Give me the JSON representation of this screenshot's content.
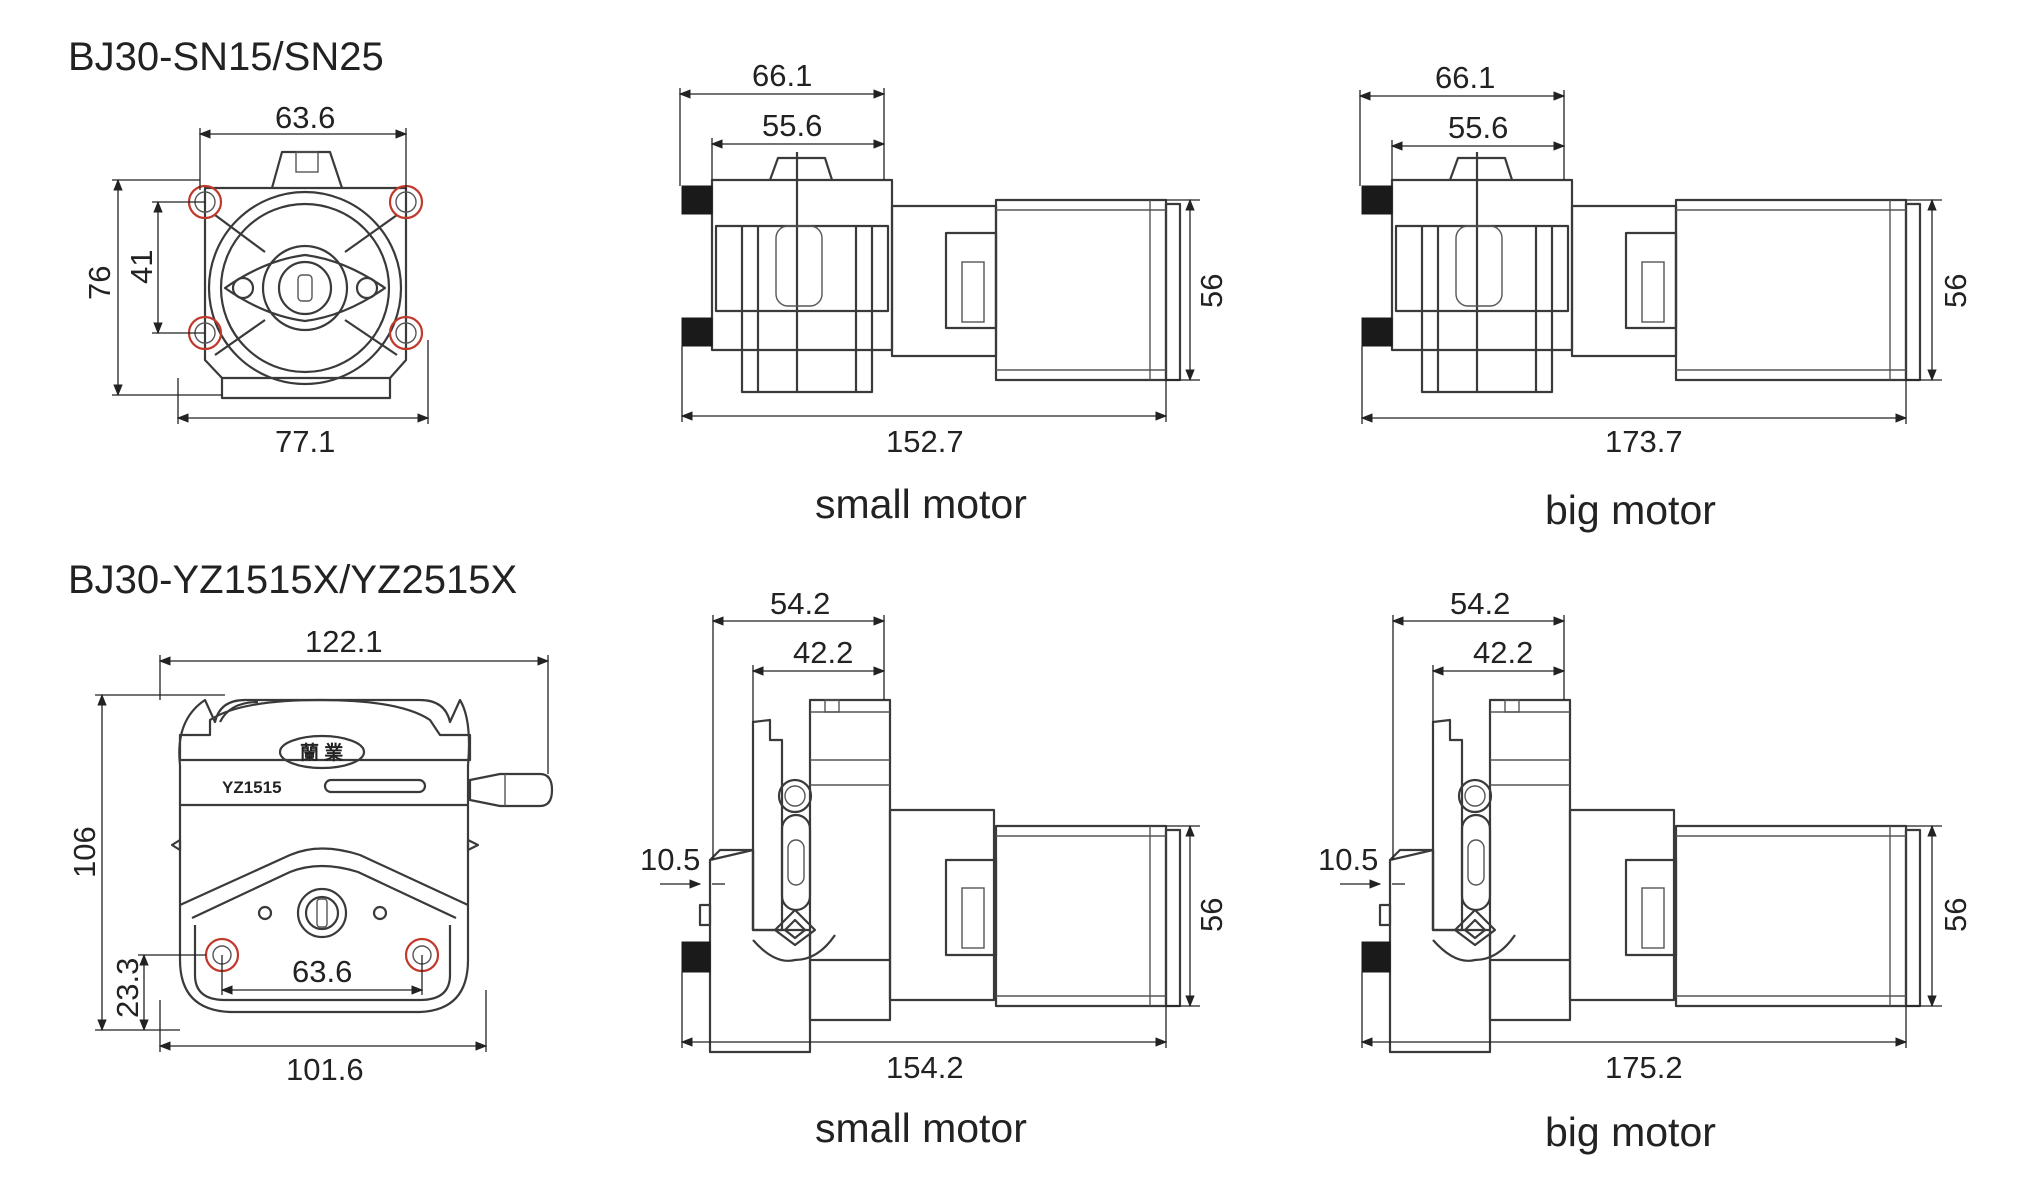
{
  "sections": {
    "top_title": "BJ30-SN15/SN25",
    "bottom_title": "BJ30-YZ1515X/YZ2515X"
  },
  "captions": {
    "top_small": "small motor",
    "top_big": "big motor",
    "bottom_small": "small motor",
    "bottom_big": "big motor"
  },
  "dims": {
    "sn_front_width_holes": "63.6",
    "sn_front_height": "76",
    "sn_front_hole_pitch": "41",
    "sn_front_width": "77.1",
    "sn_small_66": "66.1",
    "sn_small_55": "55.6",
    "sn_small_56": "56",
    "sn_small_total": "152.7",
    "sn_big_66": "66.1",
    "sn_big_55": "55.6",
    "sn_big_56": "56",
    "sn_big_total": "173.7",
    "yz_front_width": "122.1",
    "yz_front_height": "106",
    "yz_front_23": "23.3",
    "yz_front_holes": "63.6",
    "yz_front_base": "101.6",
    "yz_small_54": "54.2",
    "yz_small_42": "42.2",
    "yz_small_10": "10.5",
    "yz_small_56": "56",
    "yz_small_total": "154.2",
    "yz_big_54": "54.2",
    "yz_big_42": "42.2",
    "yz_big_10": "10.5",
    "yz_big_56": "56",
    "yz_big_total": "175.2"
  },
  "labels": {
    "model_plate": "YZ1515",
    "brand_badge": "蘭 業"
  }
}
